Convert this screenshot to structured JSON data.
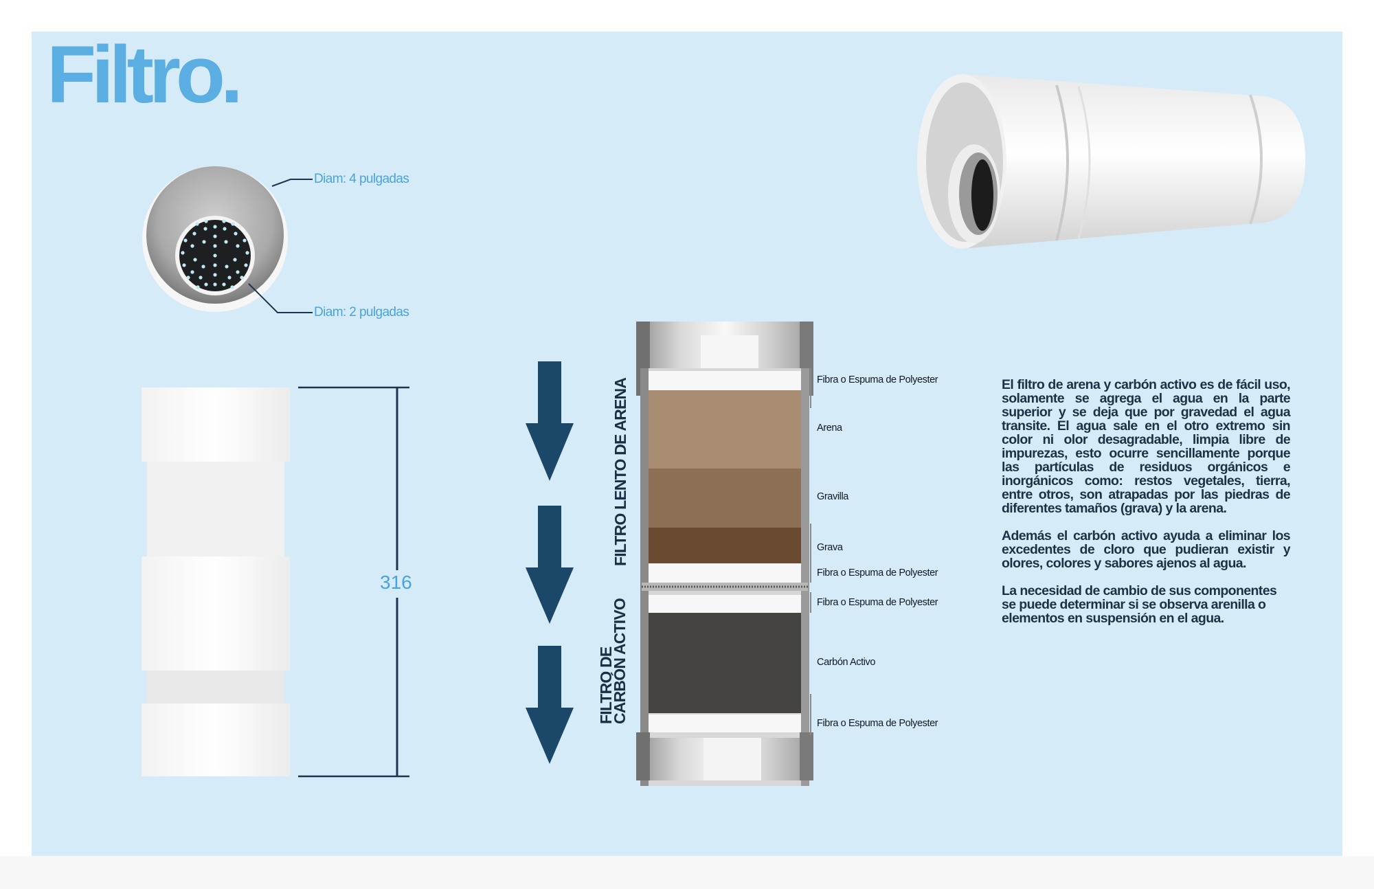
{
  "title": "Filtro.",
  "cross_section": {
    "outer_label": "Diam: 4 pulgadas",
    "inner_label": "Diam: 2 pulgadas"
  },
  "dimension": {
    "value": "316"
  },
  "layers": {
    "fibra_top": "Fibra o Espuma de Polyester",
    "arena": "Arena",
    "gravilla": "Gravilla",
    "grava": "Grava",
    "fibra_mid1": "Fibra o Espuma de Polyester",
    "fibra_mid2": "Fibra o Espuma de Polyester",
    "carbon": "Carbón Activo",
    "fibra_bottom": "Fibra o Espuma de Polyester"
  },
  "section_titles": {
    "arena": "FILTRO LENTO DE ARENA",
    "carbon_line1": "FILTRO DE",
    "carbon_line2": "CARBÓN ACTIVO"
  },
  "description": [
    "El filtro de arena y carbón activo es de fácil uso, solamente se agrega el agua en la parte superior y se deja que por gravedad el agua transite. El agua sale en el otro extremo sin color ni olor desagradable, limpia libre de impurezas, esto ocurre sencillamente porque las partículas de residuos orgánicos e inorgánicos como: restos vegetales, tierra, entre otros, son atrapadas por las piedras de diferentes tamaños (grava) y la arena.",
    "Además el carbón activo ayuda a eliminar los excedentes de cloro que pudieran existir y olores, colores y sabores ajenos al agua.",
    "La necesidad de cambio de sus componentes se puede determinar si se observa arenilla o elementos en suspensión en el agua."
  ],
  "colors": {
    "background": "#d6ebf8",
    "title": "#5aaee2",
    "arrow": "#1b4868",
    "arena": "#a88d72",
    "gravilla": "#8d6f55",
    "grava": "#6a4a30",
    "carbon": "#454440"
  }
}
